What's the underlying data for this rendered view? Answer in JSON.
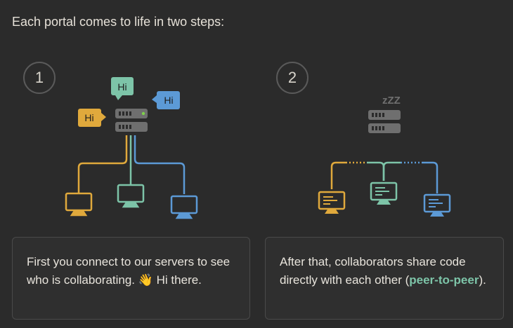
{
  "heading": "Each portal comes to life in two steps:",
  "steps": [
    {
      "number": "1",
      "bubbles": [
        "Hi",
        "Hi",
        "Hi"
      ],
      "text_part1": "First you connect to our servers to see who is collaborating. 👋",
      "text_part2": "Hi there."
    },
    {
      "number": "2",
      "sleep": "zZZ",
      "text_part1": "After that, collaborators share code directly with each other (",
      "text_accent": "peer-to-peer",
      "text_part2": ")."
    }
  ],
  "colors": {
    "background": "#2b2b2b",
    "orange": "#e0a93c",
    "green": "#7dc4a8",
    "blue": "#5c9ad6",
    "server": "#6f6f6f",
    "accent_text": "#7dc4a8"
  }
}
